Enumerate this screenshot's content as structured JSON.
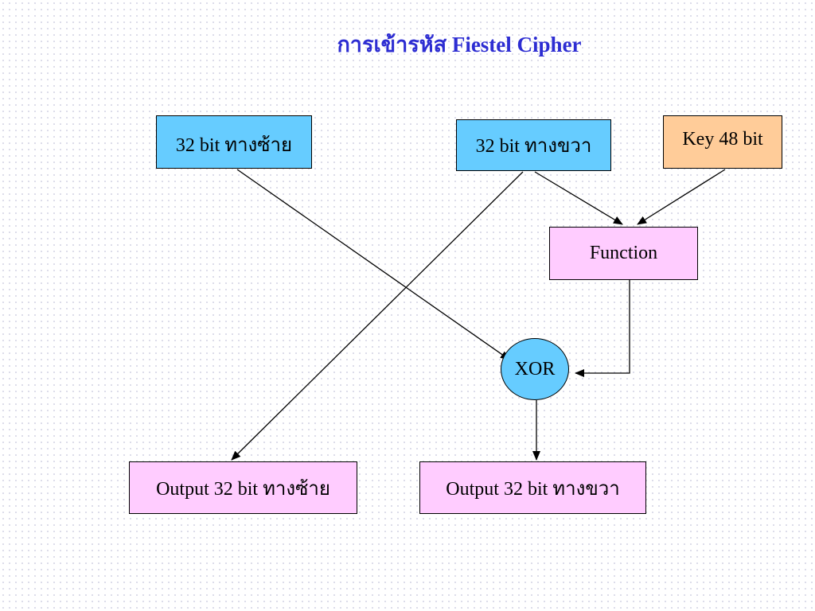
{
  "title": "การเข้ารหัส Fiestel Cipher",
  "nodes": {
    "left_input": "32 bit ทางซ้าย",
    "right_input": "32 bit ทางขวา",
    "key": "Key 48 bit",
    "function": "Function",
    "xor": "XOR",
    "left_output": "Output 32 bit ทางซ้าย",
    "right_output": "Output 32 bit ทางขวา"
  },
  "edges": [
    {
      "from": "left_input",
      "to": "xor"
    },
    {
      "from": "right_input",
      "to": "left_output"
    },
    {
      "from": "right_input",
      "to": "function"
    },
    {
      "from": "key",
      "to": "function"
    },
    {
      "from": "function",
      "to": "xor"
    },
    {
      "from": "xor",
      "to": "right_output"
    }
  ],
  "colors": {
    "title": "#2d2dd2",
    "input_box": "#66ccff",
    "key_box": "#ffcc99",
    "function_box": "#ffccff",
    "output_box": "#ffccff",
    "xor_node": "#66ccff"
  }
}
